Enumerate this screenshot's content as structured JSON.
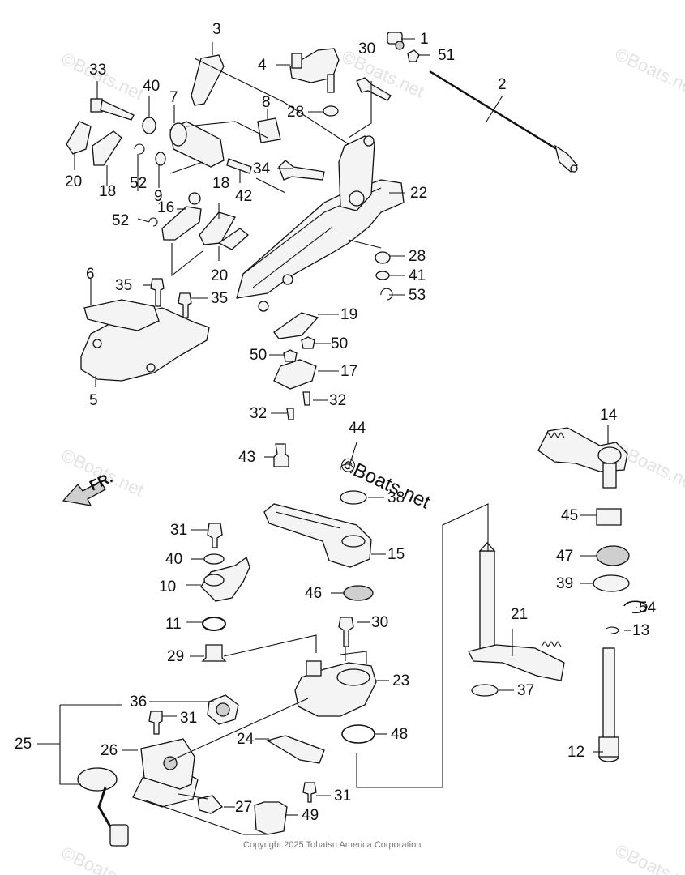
{
  "diagram": {
    "copyright": "Copyright 2025 Tohatsu America Corporation",
    "direction_label": "FR.",
    "watermark": "Boats.net",
    "watermark_logo": "©Boats.net",
    "callouts": [
      {
        "id": "c1",
        "label": "1"
      },
      {
        "id": "c2",
        "label": "2"
      },
      {
        "id": "c3",
        "label": "3"
      },
      {
        "id": "c4",
        "label": "4"
      },
      {
        "id": "c5",
        "label": "5"
      },
      {
        "id": "c6",
        "label": "6"
      },
      {
        "id": "c7",
        "label": "7"
      },
      {
        "id": "c8",
        "label": "8"
      },
      {
        "id": "c9",
        "label": "9"
      },
      {
        "id": "c10",
        "label": "10"
      },
      {
        "id": "c11",
        "label": "11"
      },
      {
        "id": "c12",
        "label": "12"
      },
      {
        "id": "c13",
        "label": "13"
      },
      {
        "id": "c14",
        "label": "14"
      },
      {
        "id": "c15",
        "label": "15"
      },
      {
        "id": "c16",
        "label": "16"
      },
      {
        "id": "c17",
        "label": "17"
      },
      {
        "id": "c18a",
        "label": "18"
      },
      {
        "id": "c18b",
        "label": "18"
      },
      {
        "id": "c19",
        "label": "19"
      },
      {
        "id": "c20a",
        "label": "20"
      },
      {
        "id": "c20b",
        "label": "20"
      },
      {
        "id": "c21",
        "label": "21"
      },
      {
        "id": "c22",
        "label": "22"
      },
      {
        "id": "c23",
        "label": "23"
      },
      {
        "id": "c24",
        "label": "24"
      },
      {
        "id": "c25",
        "label": "25"
      },
      {
        "id": "c26",
        "label": "26"
      },
      {
        "id": "c27",
        "label": "27"
      },
      {
        "id": "c28a",
        "label": "28"
      },
      {
        "id": "c28b",
        "label": "28"
      },
      {
        "id": "c29",
        "label": "29"
      },
      {
        "id": "c30a",
        "label": "30"
      },
      {
        "id": "c30b",
        "label": "30"
      },
      {
        "id": "c31a",
        "label": "31"
      },
      {
        "id": "c31b",
        "label": "31"
      },
      {
        "id": "c31c",
        "label": "31"
      },
      {
        "id": "c32a",
        "label": "32"
      },
      {
        "id": "c32b",
        "label": "32"
      },
      {
        "id": "c33",
        "label": "33"
      },
      {
        "id": "c34",
        "label": "34"
      },
      {
        "id": "c35a",
        "label": "35"
      },
      {
        "id": "c35b",
        "label": "35"
      },
      {
        "id": "c36",
        "label": "36"
      },
      {
        "id": "c37",
        "label": "37"
      },
      {
        "id": "c38",
        "label": "38"
      },
      {
        "id": "c39",
        "label": "39"
      },
      {
        "id": "c40a",
        "label": "40"
      },
      {
        "id": "c40b",
        "label": "40"
      },
      {
        "id": "c41",
        "label": "41"
      },
      {
        "id": "c42",
        "label": "42"
      },
      {
        "id": "c43",
        "label": "43"
      },
      {
        "id": "c44",
        "label": "44"
      },
      {
        "id": "c45",
        "label": "45"
      },
      {
        "id": "c46",
        "label": "46"
      },
      {
        "id": "c47",
        "label": "47"
      },
      {
        "id": "c48",
        "label": "48"
      },
      {
        "id": "c49",
        "label": "49"
      },
      {
        "id": "c50a",
        "label": "50"
      },
      {
        "id": "c50b",
        "label": "50"
      },
      {
        "id": "c51",
        "label": "51"
      },
      {
        "id": "c52a",
        "label": "52"
      },
      {
        "id": "c52b",
        "label": "52"
      },
      {
        "id": "c53",
        "label": "53"
      },
      {
        "id": "c54",
        "label": "54"
      }
    ]
  }
}
